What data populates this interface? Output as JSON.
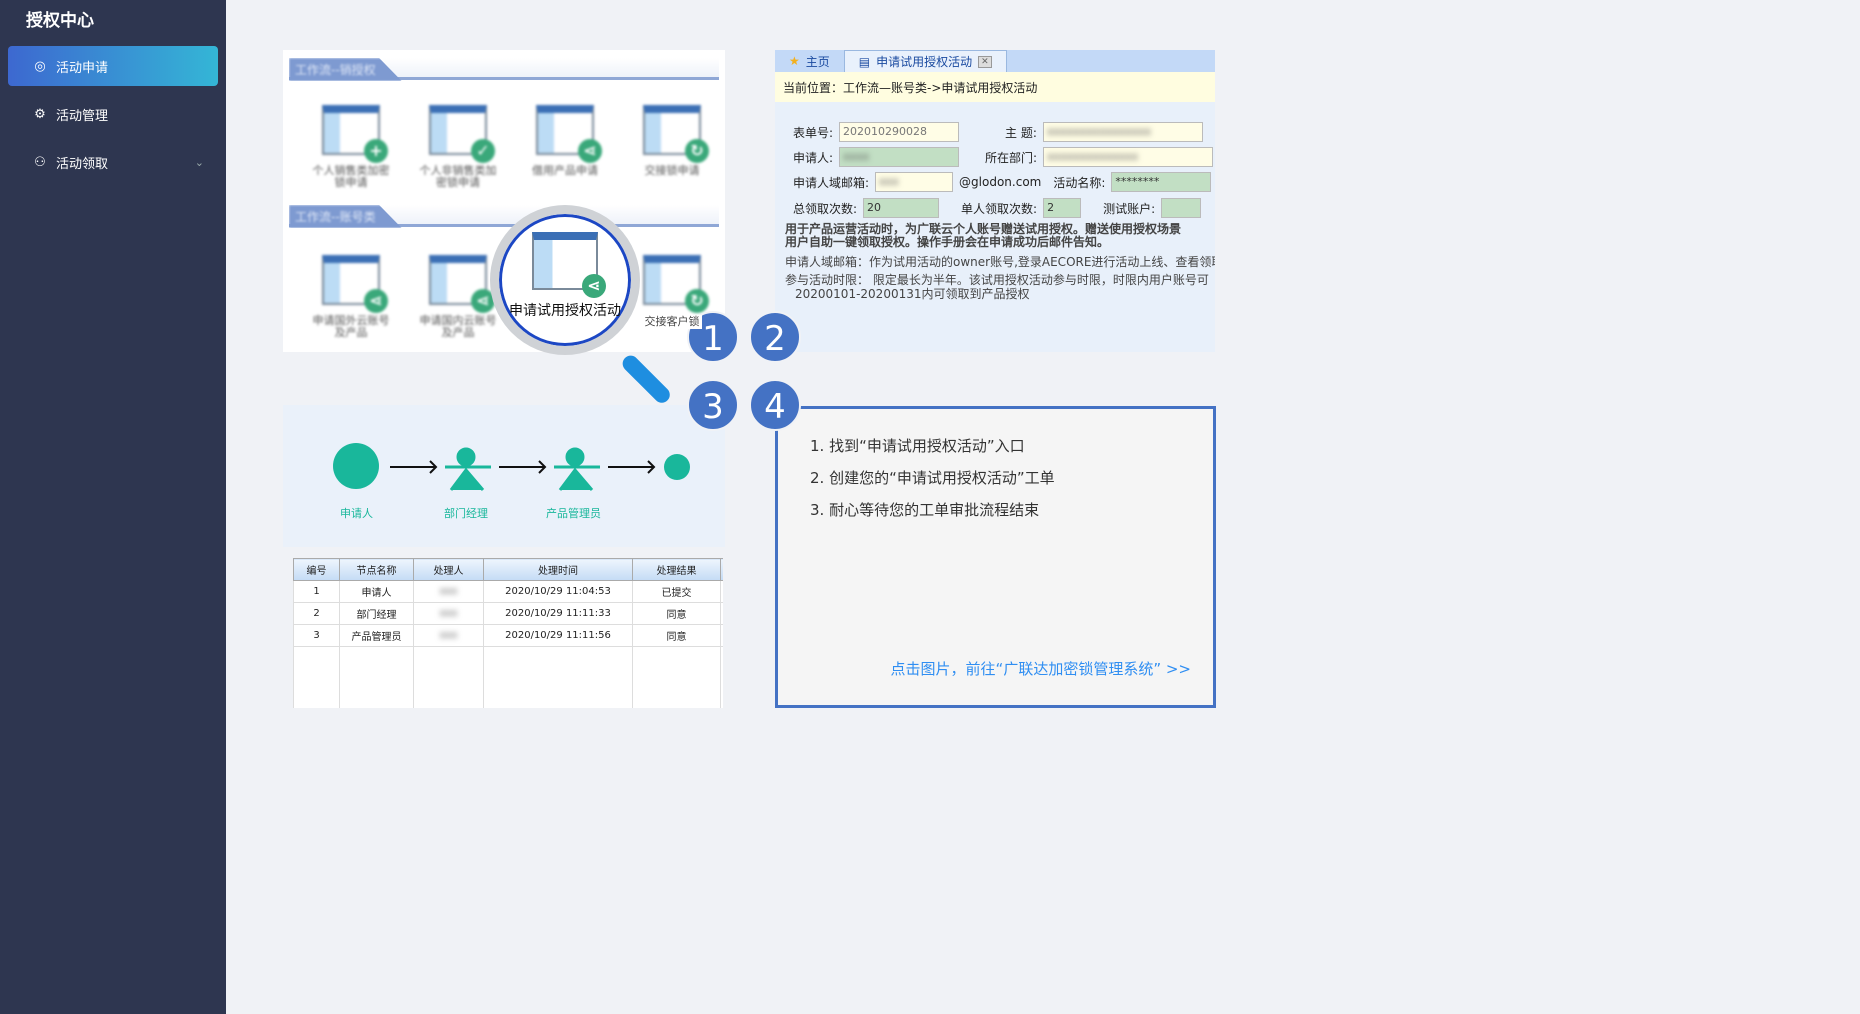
{
  "sidebar": {
    "title": "授权中心",
    "items": [
      {
        "label": "活动申请",
        "icon": "palette-icon"
      },
      {
        "label": "活动管理",
        "icon": "doc-gear-icon"
      },
      {
        "label": "活动领取",
        "icon": "user-chart-icon"
      }
    ]
  },
  "step1": {
    "sections": [
      "工作流--销授权",
      "工作流--账号类"
    ],
    "tiles": [
      "个人销售类加密锁申请",
      "个人非销售类加密锁申请",
      "借用产品申请",
      "交接锁申请",
      "申请国外云账号及产品",
      "申请国内云账号及产品",
      "申请试用授权活动",
      "交接客户锁"
    ],
    "magnified": "申请试用授权活动"
  },
  "step2": {
    "tabs": [
      "主页",
      "申请试用授权活动"
    ],
    "breadcrumb": "当前位置：工作流—账号类->申请试用授权活动",
    "fields": {
      "form_no_label": "表单号:",
      "form_no": "202010290028",
      "subject_label": "主  题:",
      "applicant_label": "申请人:",
      "dept_label": "所在部门:",
      "email_label": "申请人域邮箱:",
      "email_suffix": "@glodon.com",
      "activity_label": "活动名称:",
      "activity": "********",
      "total_label": "总领取次数:",
      "total": "20",
      "single_label": "单人领取次数:",
      "single": "2",
      "test_label": "测试账户:"
    },
    "desc1": "用于产品运营活动时，为广联云个人账号赠送试用授权。赠送使用授权场景",
    "desc2": "用户自助一键领取授权。操作手册会在申请成功后邮件告知。",
    "desc3": "申请人域邮箱：作为试用活动的owner账号,登录AECORE进行活动上线、查看领取",
    "desc4": "参与活动时限：  限定最长为半年。该试用授权活动参与时限，时限内用户账号可",
    "desc5": "20200101-20200131内可领取到产品授权"
  },
  "step3": {
    "nodes": [
      "申请人",
      "部门经理",
      "产品管理员"
    ],
    "table": {
      "headers": [
        "编号",
        "节点名称",
        "处理人",
        "处理时间",
        "处理结果"
      ],
      "rows": [
        [
          "1",
          "申请人",
          "",
          "2020/10/29 11:04:53",
          "已提交"
        ],
        [
          "2",
          "部门经理",
          "",
          "2020/10/29 11:11:33",
          "同意"
        ],
        [
          "3",
          "产品管理员",
          "",
          "2020/10/29 11:11:56",
          "同意"
        ]
      ]
    }
  },
  "badges": [
    "1",
    "2",
    "3",
    "4"
  ],
  "instructions": {
    "steps": [
      "1. 找到“申请试用授权活动”入口",
      "2. 创建您的“申请试用授权活动”工单",
      "3. 耐心等待您的工单审批流程结束"
    ],
    "link": "点击图片，前往“广联达加密锁管理系统” >>"
  },
  "colors": {
    "sidebar": "#2e3650",
    "accent": "#4472c4",
    "flow": "#19b79b",
    "link": "#2f8ef2"
  }
}
